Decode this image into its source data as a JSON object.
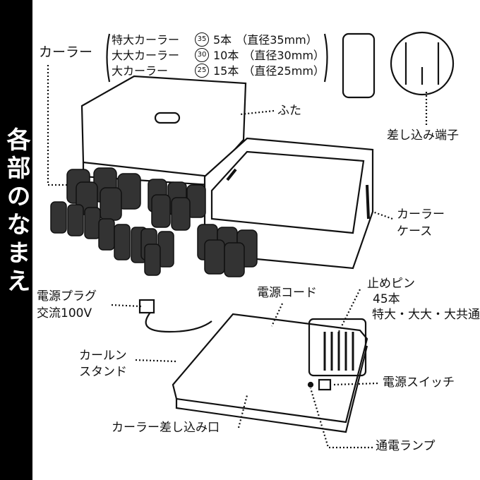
{
  "side_title": "各部のなまえ",
  "curlers": {
    "label": "カーラー",
    "rows": [
      {
        "name": "特大カーラー",
        "size_mark": "35",
        "count": "5本",
        "diameter": "（直径35mm）"
      },
      {
        "name": "大大カーラー",
        "size_mark": "30",
        "count": "10本",
        "diameter": "（直径30mm）"
      },
      {
        "name": "大カーラー",
        "size_mark": "25",
        "count": "15本",
        "diameter": "（直径25mm）"
      }
    ]
  },
  "labels": {
    "lid": "ふた",
    "terminal": "差し込み端子",
    "case_1": "カーラー",
    "case_2": "ケース",
    "plug": "電源プラグ",
    "voltage": "交流100V",
    "cord": "電源コード",
    "pins": "止めピン",
    "pins_count": "45本",
    "pins_note": "特大・大大・大共通",
    "stand_1": "カールン",
    "stand_2": "スタンド",
    "switch": "電源スイッチ",
    "inlet": "カーラー差し込み口",
    "lamp": "通電ランプ"
  }
}
